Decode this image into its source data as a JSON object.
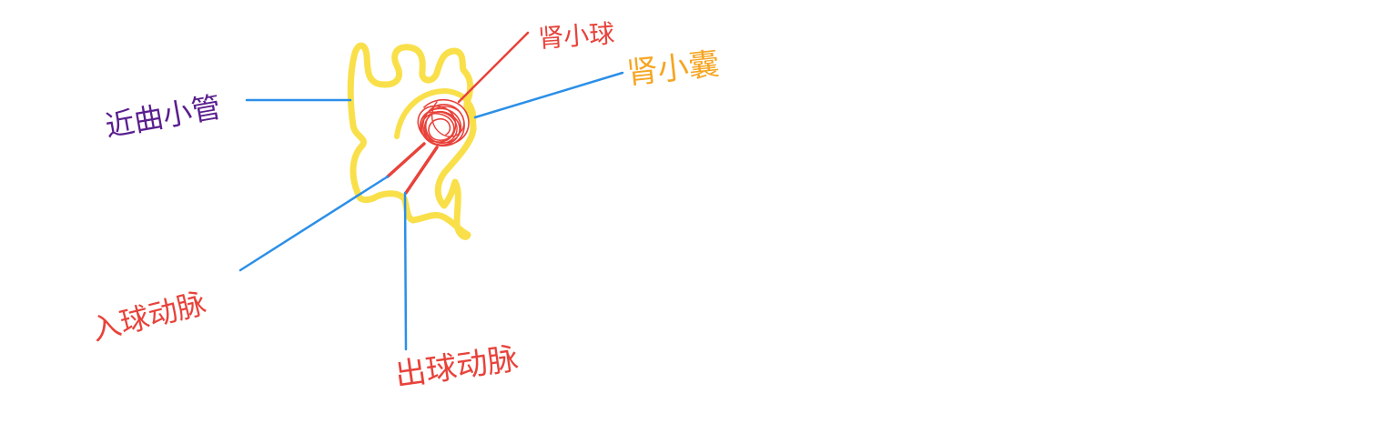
{
  "diagram": {
    "labels": {
      "proximal_tubule": "近曲小管",
      "glomerulus": "肾小球",
      "glomerular_capsule": "肾小囊",
      "afferent_arteriole": "入球动脉",
      "efferent_arteriole": "出球动脉"
    },
    "colors": {
      "leader_line": "#2b8fe8",
      "tubule_outline": "#f9e04a",
      "glomerulus_scribble": "#e8423a",
      "label_purple": "#5a1f8f",
      "label_red": "#e8423a",
      "label_orange": "#f5a623"
    }
  }
}
